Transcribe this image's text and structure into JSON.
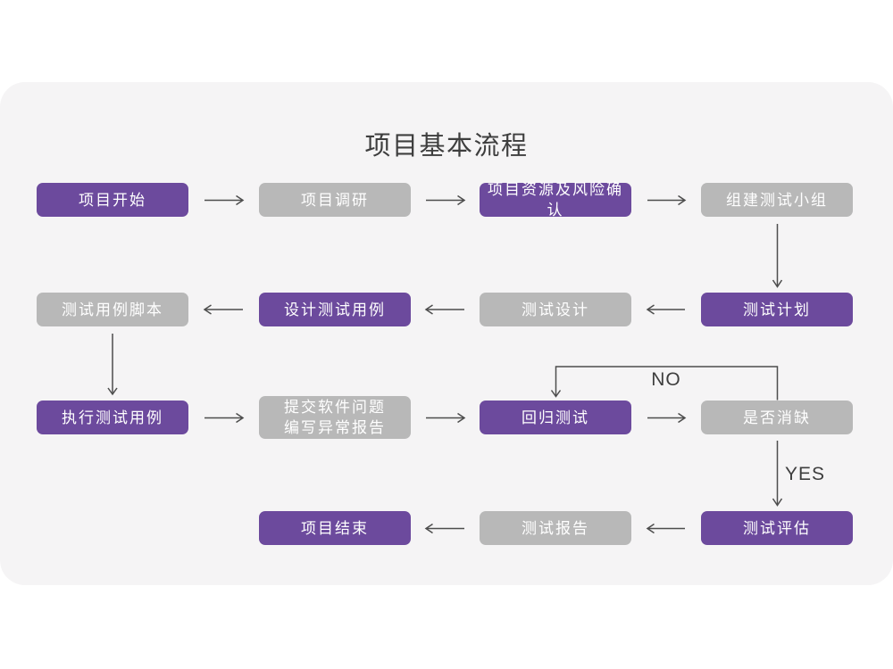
{
  "flow": {
    "title": "项目基本流程",
    "nodes": [
      {
        "id": "project-start",
        "label": "项目开始",
        "style": "primary"
      },
      {
        "id": "project-research",
        "label": "项目调研",
        "style": "secondary"
      },
      {
        "id": "resource-risk",
        "label": "项目资源及风险确认",
        "style": "primary"
      },
      {
        "id": "build-test-team",
        "label": "组建测试小组",
        "style": "secondary"
      },
      {
        "id": "test-plan",
        "label": "测试计划",
        "style": "primary"
      },
      {
        "id": "test-design",
        "label": "测试设计",
        "style": "secondary"
      },
      {
        "id": "design-test-cases",
        "label": "设计测试用例",
        "style": "primary"
      },
      {
        "id": "test-case-script",
        "label": "测试用例脚本",
        "style": "secondary"
      },
      {
        "id": "execute-test-cases",
        "label": "执行测试用例",
        "style": "primary"
      },
      {
        "id": "submit-issue-report",
        "lines": [
          "提交软件问题",
          "编写异常报告"
        ],
        "style": "secondary"
      },
      {
        "id": "regression-test",
        "label": "回归测试",
        "style": "primary"
      },
      {
        "id": "defect-cleared",
        "label": "是否消缺",
        "style": "secondary"
      },
      {
        "id": "test-evaluation",
        "label": "测试评估",
        "style": "primary"
      },
      {
        "id": "test-report",
        "label": "测试报告",
        "style": "secondary"
      },
      {
        "id": "project-end",
        "label": "项目结束",
        "style": "primary"
      }
    ],
    "edge_labels": {
      "no": "NO",
      "yes": "YES"
    },
    "colors": {
      "primary_purple": "#6C4A9D",
      "secondary_gray": "#B8B8B8",
      "card_background": "#F5F4F5",
      "arrow": "#4D4D4D",
      "node_text": "#FFFFFF",
      "title_text": "#3E3E3E"
    }
  }
}
